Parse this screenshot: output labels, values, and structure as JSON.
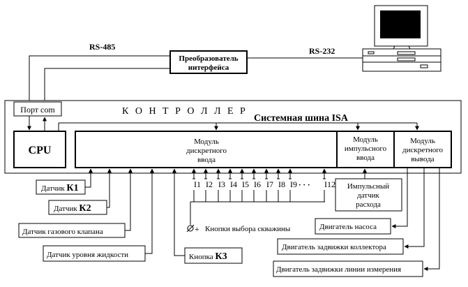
{
  "labels": {
    "rs485": "RS-485",
    "rs232": "RS-232",
    "converter_line1": "Преобразователь",
    "converter_line2": "интерфейса",
    "controller": "К О Н Т Р О Л Л Е Р",
    "system_bus": "Системная шина  ISA",
    "port_com": "Порт com",
    "cpu": "CPU",
    "dio_in_line1": "Модуль",
    "dio_in_line2": "дискретного",
    "dio_in_line3": "ввода",
    "pulse_line1": "Модуль",
    "pulse_line2": "импульсного",
    "pulse_line3": "ввода",
    "dio_out_line1": "Модуль",
    "dio_out_line2": "дискретного",
    "dio_out_line3": "вывода",
    "sensor_k1_prefix": "Датчик ",
    "sensor_k1_code": "К1",
    "sensor_k2_prefix": "Датчик ",
    "sensor_k2_code": "К2",
    "gas_valve_sensor": "Датчик  газового клапана",
    "liquid_level_sensor": "Датчик уровня жидкости",
    "button_k3_prefix": "Кнопка ",
    "button_k3_code": "К3",
    "well_buttons": "Кнопки выбора скважины",
    "pulse_sensor_line1": "Импульсный",
    "pulse_sensor_line2": "датчик",
    "pulse_sensor_line3": "расхода",
    "pump_motor": "Двигатель насоса",
    "collector_valve_motor": "Двигатель задвижки коллектора",
    "line_valve_motor": "Двигатель задвижки линии измерения",
    "ellipsis": "· · ·"
  },
  "inputs": [
    "I1",
    "I2",
    "I3",
    "I4",
    "I5",
    "I6",
    "I7",
    "I8",
    "I9",
    "I12"
  ],
  "colors": {
    "stroke": "#000000",
    "background": "#ffffff",
    "screen": "#000000"
  }
}
